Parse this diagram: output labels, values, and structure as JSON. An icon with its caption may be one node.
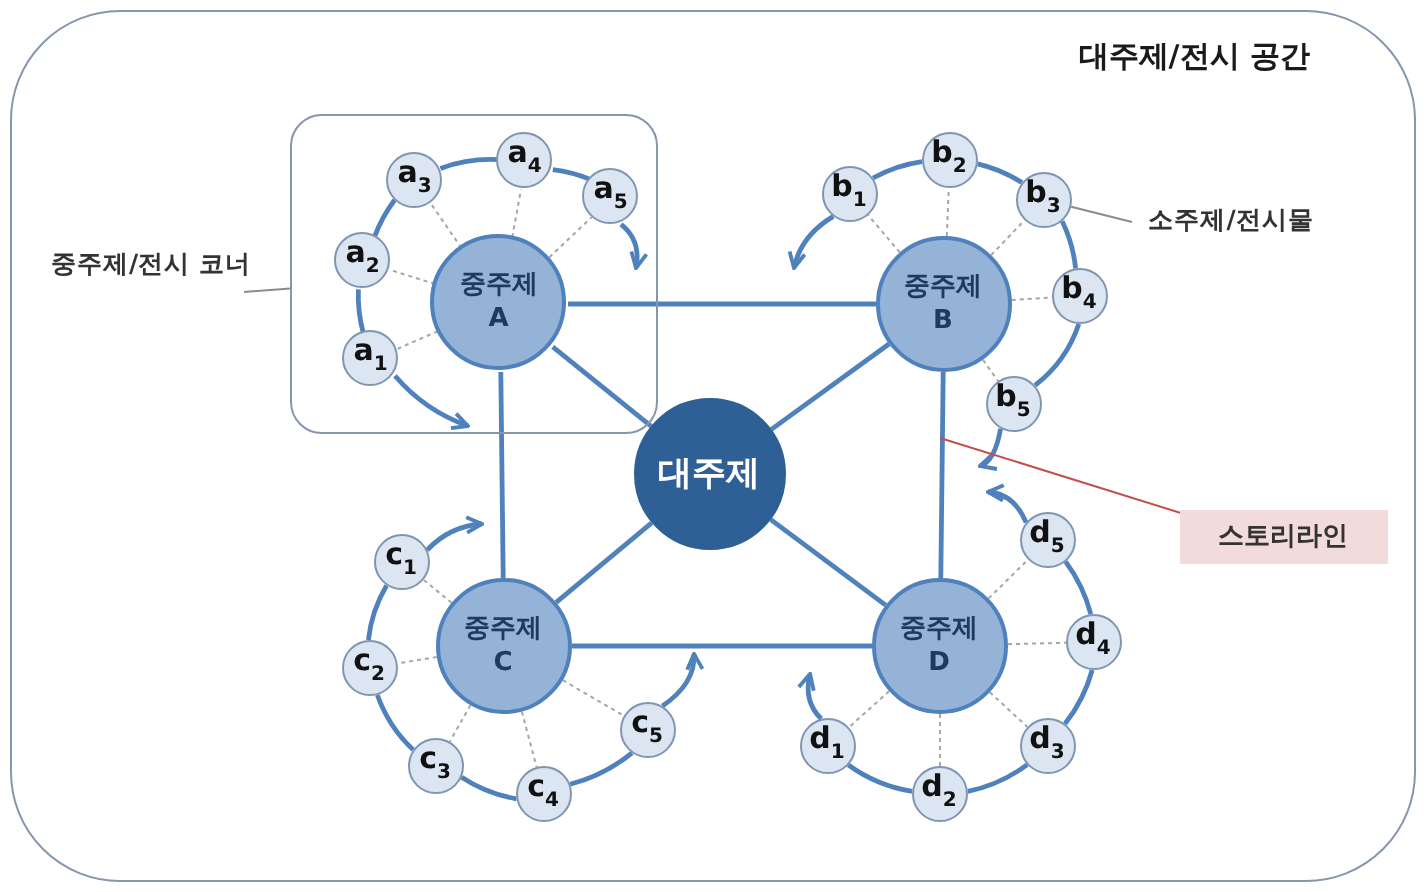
{
  "diagram": {
    "nodes": [
      {
        "text": [
          "대주제/전시 공간"
        ]
      },
      {
        "text": [
          "중주제/전시 코너"
        ],
        "in": 0
      },
      {
        "text": [],
        "shape": "box",
        "in": 0
      },
      {
        "text": [
          "중주제 A"
        ],
        "in": 2
      },
      {
        "text": [
          "a$_{1}$"
        ],
        "in": 2
      },
      {
        "text": [
          "a$_{2}$"
        ],
        "in": 2
      },
      {
        "text": [
          "a$_{3}$"
        ],
        "in": 2
      },
      {
        "text": [
          "a$_{4}$"
        ],
        "in": 2
      },
      {
        "text": [
          "a$_{5}$"
        ],
        "in": 2
      },
      {
        "text": [
          "중주제 B"
        ],
        "in": 0
      },
      {
        "text": [
          "b$_{1}$"
        ],
        "in": 0
      },
      {
        "text": [
          "b$_{2}$"
        ],
        "in": 0
      },
      {
        "text": [
          "b$_{3}$"
        ],
        "in": 0
      },
      {
        "text": [
          "b$_{4}$"
        ],
        "in": 0
      },
      {
        "text": [
          "b$_{5}$"
        ],
        "in": 0
      },
      {
        "text": [
          "소주제/전시물"
        ],
        "in": 0
      },
      {
        "text": [
          "대주제"
        ],
        "in": 0
      },
      {
        "text": [
          "스토리라인"
        ],
        "in": 0
      },
      {
        "text": [
          "중주제 C"
        ],
        "in": 0
      },
      {
        "text": [
          "c$_{1}$"
        ],
        "in": 0
      },
      {
        "text": [
          "c$_{2}$"
        ],
        "in": 0
      },
      {
        "text": [
          "c$_{3}$"
        ],
        "in": 0
      },
      {
        "text": [
          "c$_{4}$"
        ],
        "in": 0
      },
      {
        "text": [
          "c$_{5}$"
        ],
        "in": 0
      },
      {
        "text": [
          "중주제 D"
        ],
        "in": 0
      },
      {
        "text": [
          "d$_{1}$"
        ],
        "in": 0
      },
      {
        "text": [
          "d$_{2}$"
        ],
        "in": 0
      },
      {
        "text": [
          "d$_{3}$"
        ],
        "in": 0
      },
      {
        "text": [
          "d$_{4}$"
        ],
        "in": 0
      },
      {
        "text": [
          "d$_{5}$"
        ],
        "in": 0
      }
    ],
    "edges": [
      {
        "from": 1,
        "to": 2,
        "arrow": "none",
        "color": "#8c8c8c"
      },
      {
        "from": 3,
        "to": 9,
        "arrow": "none"
      },
      {
        "from": 3,
        "to": 18,
        "arrow": "none"
      },
      {
        "from": 9,
        "to": 24,
        "arrow": "none"
      },
      {
        "from": 18,
        "to": 24,
        "arrow": "none"
      },
      {
        "from": 16,
        "to": 3,
        "arrow": "none"
      },
      {
        "from": 16,
        "to": 9,
        "arrow": "none"
      },
      {
        "from": 16,
        "to": 18,
        "arrow": "none"
      },
      {
        "from": 16,
        "to": 24,
        "arrow": "none"
      },
      {
        "from": 3,
        "to": 4,
        "arrow": "none",
        "style": "dashed",
        "color": "#a6a6a6"
      },
      {
        "from": 3,
        "to": 5,
        "arrow": "none",
        "style": "dashed",
        "color": "#a6a6a6"
      },
      {
        "from": 3,
        "to": 6,
        "arrow": "none",
        "style": "dashed",
        "color": "#a6a6a6"
      },
      {
        "from": 3,
        "to": 7,
        "arrow": "none",
        "style": "dashed",
        "color": "#a6a6a6"
      },
      {
        "from": 3,
        "to": 8,
        "arrow": "none",
        "style": "dashed",
        "color": "#a6a6a6"
      },
      {
        "from": 9,
        "to": 10,
        "arrow": "none",
        "style": "dashed",
        "color": "#a6a6a6"
      },
      {
        "from": 9,
        "to": 11,
        "arrow": "none",
        "style": "dashed",
        "color": "#a6a6a6"
      },
      {
        "from": 9,
        "to": 12,
        "arrow": "none",
        "style": "dashed",
        "color": "#a6a6a6"
      },
      {
        "from": 9,
        "to": 13,
        "arrow": "none",
        "style": "dashed",
        "color": "#a6a6a6"
      },
      {
        "from": 9,
        "to": 14,
        "arrow": "none",
        "style": "dashed",
        "color": "#a6a6a6"
      },
      {
        "from": 18,
        "to": 19,
        "arrow": "none",
        "style": "dashed",
        "color": "#a6a6a6"
      },
      {
        "from": 18,
        "to": 20,
        "arrow": "none",
        "style": "dashed",
        "color": "#a6a6a6"
      },
      {
        "from": 18,
        "to": 21,
        "arrow": "none",
        "style": "dashed",
        "color": "#a6a6a6"
      },
      {
        "from": 18,
        "to": 22,
        "arrow": "none",
        "style": "dashed",
        "color": "#a6a6a6"
      },
      {
        "from": 18,
        "to": 23,
        "arrow": "none",
        "style": "dashed",
        "color": "#a6a6a6"
      },
      {
        "from": 24,
        "to": 25,
        "arrow": "none",
        "style": "dashed",
        "color": "#a6a6a6"
      },
      {
        "from": 24,
        "to": 26,
        "arrow": "none",
        "style": "dashed",
        "color": "#a6a6a6"
      },
      {
        "from": 24,
        "to": 27,
        "arrow": "none",
        "style": "dashed",
        "color": "#a6a6a6"
      },
      {
        "from": 24,
        "to": 28,
        "arrow": "none",
        "style": "dashed",
        "color": "#a6a6a6"
      },
      {
        "from": 24,
        "to": 29,
        "arrow": "none",
        "style": "dashed",
        "color": "#a6a6a6"
      },
      {
        "from": 4,
        "to": null,
        "arrow": "to"
      },
      {
        "from": 4,
        "to": 5,
        "arrow": "none"
      },
      {
        "from": 5,
        "to": 6,
        "arrow": "none"
      },
      {
        "from": 6,
        "to": 7,
        "arrow": "none"
      },
      {
        "from": 7,
        "to": 8,
        "arrow": "none"
      },
      {
        "from": 8,
        "to": null,
        "arrow": "to"
      },
      {
        "from": 10,
        "to": null,
        "arrow": "to"
      },
      {
        "from": 10,
        "to": 11,
        "arrow": "none"
      },
      {
        "from": 11,
        "to": 12,
        "arrow": "none"
      },
      {
        "from": 12,
        "to": 13,
        "arrow": "none"
      },
      {
        "from": 13,
        "to": 14,
        "arrow": "none"
      },
      {
        "from": 14,
        "to": null,
        "arrow": "to"
      },
      {
        "from": 15,
        "to": 12,
        "arrow": "none",
        "color": "#8c8c8c"
      },
      {
        "from": 17,
        "to": null,
        "arrow": "none",
        "color": "#c0504d"
      },
      {
        "from": 19,
        "to": null,
        "arrow": "to"
      },
      {
        "from": 19,
        "to": 20,
        "arrow": "none"
      },
      {
        "from": 20,
        "to": 21,
        "arrow": "none"
      },
      {
        "from": 21,
        "to": 22,
        "arrow": "none"
      },
      {
        "from": 22,
        "to": 23,
        "arrow": "none"
      },
      {
        "from": 23,
        "to": null,
        "arrow": "to"
      },
      {
        "from": 25,
        "to": null,
        "arrow": "to"
      },
      {
        "from": 25,
        "to": 26,
        "arrow": "none"
      },
      {
        "from": 26,
        "to": 27,
        "arrow": "none"
      },
      {
        "from": 27,
        "to": 28,
        "arrow": "none"
      },
      {
        "from": 28,
        "to": 29,
        "arrow": "none"
      },
      {
        "from": 29,
        "to": null,
        "arrow": "to"
      }
    ]
  }
}
